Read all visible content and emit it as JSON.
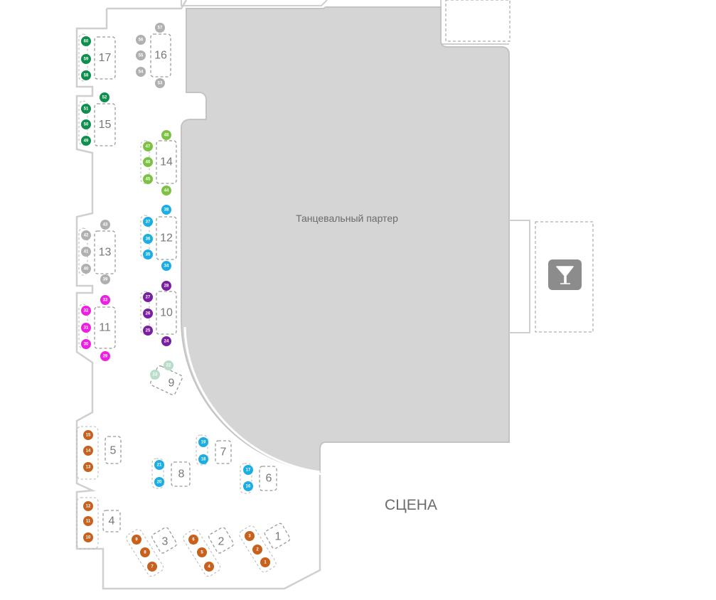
{
  "dance_floor": {
    "label": "Танцевальный партер"
  },
  "stage": {
    "label": "СЦЕНА"
  },
  "bar": {
    "icon": "cocktail-glass-icon"
  },
  "colors": {
    "green_dark": "#0f8f4e",
    "green_light": "#7cc242",
    "grey": "#b0b0b0",
    "cyan": "#1aaee5",
    "purple": "#7b1fa2",
    "magenta": "#ee1fe0",
    "pale": "#b9ddc9",
    "orange": "#c8601e"
  },
  "tables": [
    {
      "id": "t17",
      "label": "17",
      "seats": [
        {
          "n": "60",
          "c": "green_dark"
        },
        {
          "n": "59",
          "c": "green_dark"
        },
        {
          "n": "58",
          "c": "green_dark"
        }
      ]
    },
    {
      "id": "t16",
      "label": "16",
      "seats": [
        {
          "n": "57",
          "c": "grey"
        },
        {
          "n": "56",
          "c": "grey"
        },
        {
          "n": "55",
          "c": "grey"
        },
        {
          "n": "54",
          "c": "grey"
        },
        {
          "n": "53",
          "c": "grey"
        }
      ]
    },
    {
      "id": "t15",
      "label": "15",
      "seats": [
        {
          "n": "52",
          "c": "green_dark"
        },
        {
          "n": "51",
          "c": "green_dark"
        },
        {
          "n": "50",
          "c": "green_dark"
        },
        {
          "n": "49",
          "c": "green_dark"
        }
      ]
    },
    {
      "id": "t14",
      "label": "14",
      "seats": [
        {
          "n": "48",
          "c": "green_light"
        },
        {
          "n": "47",
          "c": "green_light"
        },
        {
          "n": "46",
          "c": "green_light"
        },
        {
          "n": "45",
          "c": "green_light"
        },
        {
          "n": "44",
          "c": "green_light"
        }
      ]
    },
    {
      "id": "t13",
      "label": "13",
      "seats": [
        {
          "n": "43",
          "c": "grey"
        },
        {
          "n": "42",
          "c": "grey"
        },
        {
          "n": "41",
          "c": "grey"
        },
        {
          "n": "40",
          "c": "grey"
        },
        {
          "n": "39",
          "c": "grey"
        }
      ]
    },
    {
      "id": "t12",
      "label": "12",
      "seats": [
        {
          "n": "38",
          "c": "cyan"
        },
        {
          "n": "37",
          "c": "cyan"
        },
        {
          "n": "36",
          "c": "cyan"
        },
        {
          "n": "35",
          "c": "cyan"
        },
        {
          "n": "34",
          "c": "cyan"
        }
      ]
    },
    {
      "id": "t11",
      "label": "11",
      "seats": [
        {
          "n": "33",
          "c": "magenta"
        },
        {
          "n": "32",
          "c": "magenta"
        },
        {
          "n": "31",
          "c": "magenta"
        },
        {
          "n": "30",
          "c": "magenta"
        },
        {
          "n": "29",
          "c": "magenta"
        }
      ]
    },
    {
      "id": "t10",
      "label": "10",
      "seats": [
        {
          "n": "28",
          "c": "purple"
        },
        {
          "n": "27",
          "c": "purple"
        },
        {
          "n": "26",
          "c": "purple"
        },
        {
          "n": "25",
          "c": "purple"
        },
        {
          "n": "24",
          "c": "purple"
        }
      ]
    },
    {
      "id": "t9",
      "label": "9",
      "seats": [
        {
          "n": "23",
          "c": "pale"
        },
        {
          "n": "22",
          "c": "pale"
        }
      ]
    },
    {
      "id": "t8",
      "label": "8",
      "seats": [
        {
          "n": "21",
          "c": "cyan"
        },
        {
          "n": "20",
          "c": "cyan"
        }
      ]
    },
    {
      "id": "t7",
      "label": "7",
      "seats": [
        {
          "n": "19",
          "c": "cyan"
        },
        {
          "n": "18",
          "c": "cyan"
        }
      ]
    },
    {
      "id": "t6",
      "label": "6",
      "seats": [
        {
          "n": "17",
          "c": "cyan"
        },
        {
          "n": "16",
          "c": "cyan"
        }
      ]
    },
    {
      "id": "t5",
      "label": "5",
      "seats": [
        {
          "n": "15",
          "c": "orange"
        },
        {
          "n": "14",
          "c": "orange"
        },
        {
          "n": "13",
          "c": "orange"
        }
      ]
    },
    {
      "id": "t4",
      "label": "4",
      "seats": [
        {
          "n": "12",
          "c": "orange"
        },
        {
          "n": "11",
          "c": "orange"
        },
        {
          "n": "10",
          "c": "orange"
        }
      ]
    },
    {
      "id": "t3",
      "label": "3",
      "seats": [
        {
          "n": "9",
          "c": "orange"
        },
        {
          "n": "8",
          "c": "orange"
        },
        {
          "n": "7",
          "c": "orange"
        }
      ]
    },
    {
      "id": "t2",
      "label": "2",
      "seats": [
        {
          "n": "6",
          "c": "orange"
        },
        {
          "n": "5",
          "c": "orange"
        },
        {
          "n": "4",
          "c": "orange"
        }
      ]
    },
    {
      "id": "t1",
      "label": "1",
      "seats": [
        {
          "n": "3",
          "c": "orange"
        },
        {
          "n": "2",
          "c": "orange"
        },
        {
          "n": "1",
          "c": "orange"
        }
      ]
    }
  ]
}
